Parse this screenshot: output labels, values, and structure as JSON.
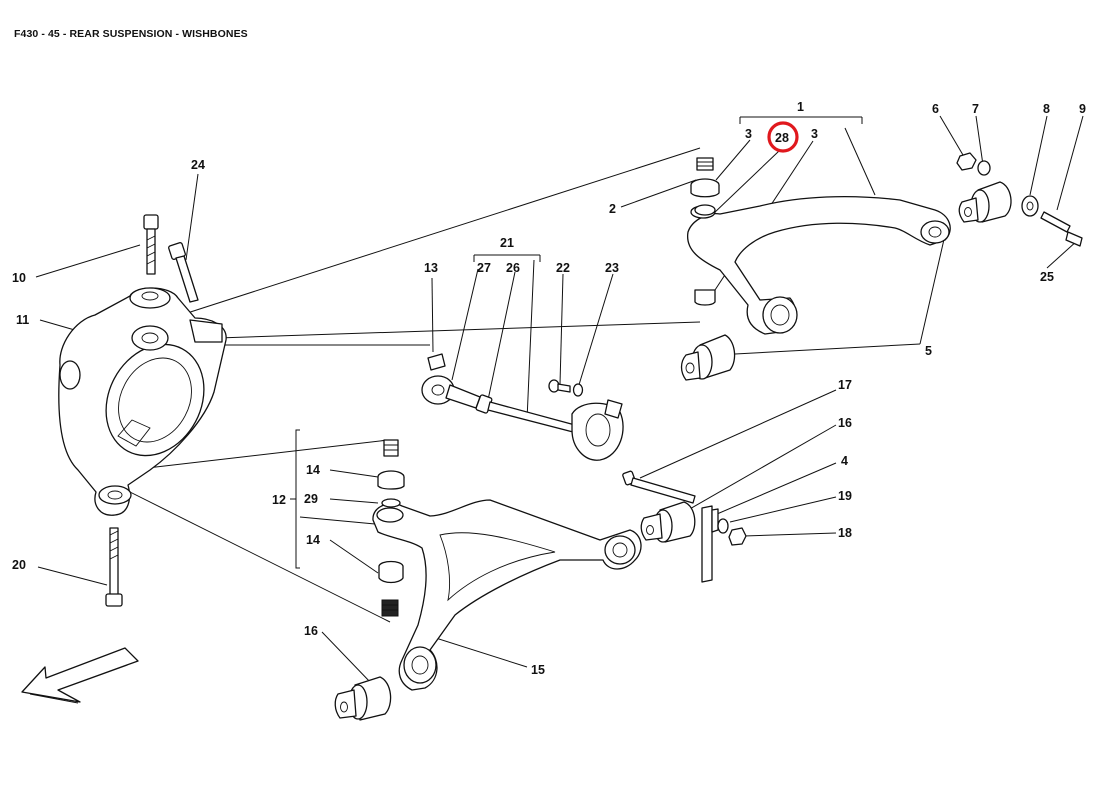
{
  "title": "F430 - 45 - REAR SUSPENSION - WISHBONES",
  "highlight_color": "#e0181d",
  "callouts": {
    "c1": "1",
    "c2": "2",
    "c3a": "3",
    "c28": "28",
    "c3b": "3",
    "c4": "4",
    "c5": "5",
    "c6": "6",
    "c7": "7",
    "c8": "8",
    "c9": "9",
    "c10": "10",
    "c11": "11",
    "c12": "12",
    "c13": "13",
    "c14a": "14",
    "c14b": "14",
    "c15": "15",
    "c16a": "16",
    "c16b": "16",
    "c17": "17",
    "c18": "18",
    "c19": "19",
    "c20": "20",
    "c21": "21",
    "c22": "22",
    "c23": "23",
    "c24": "24",
    "c25": "25",
    "c26": "26",
    "c27": "27",
    "c29": "29"
  },
  "highlighted_callout": "28",
  "icons": {
    "direction": "arrow-front-direction-icon"
  }
}
